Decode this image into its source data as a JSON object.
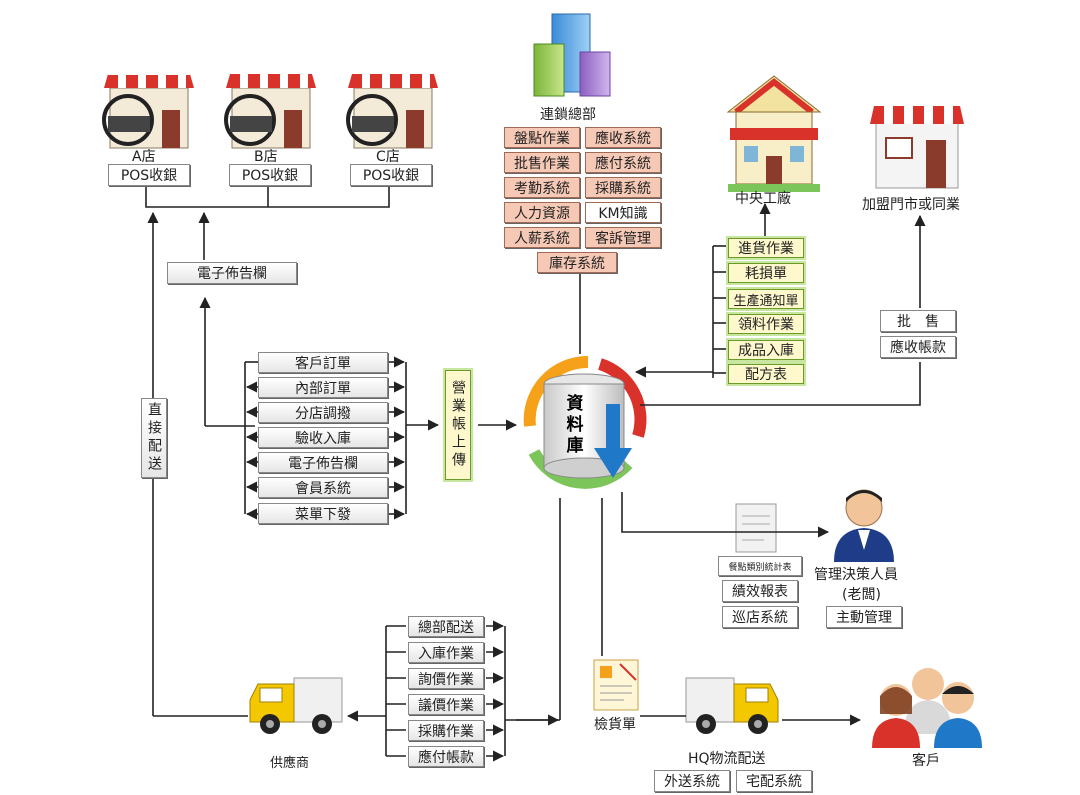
{
  "stores": {
    "a": {
      "name": "A店",
      "pos": "POS收銀"
    },
    "b": {
      "name": "B店",
      "pos": "POS收銀"
    },
    "c": {
      "name": "C店",
      "pos": "POS收銀"
    }
  },
  "hq": {
    "title": "連鎖總部",
    "items": [
      "盤點作業",
      "應收系統",
      "批售作業",
      "應付系統",
      "考勤系統",
      "採購系統",
      "人力資源",
      "KM知識",
      "人薪系統",
      "客訴管理",
      "庫存系統"
    ]
  },
  "factory": {
    "title": "中央工廠",
    "items": [
      "進貨作業",
      "耗損單",
      "生產通知單",
      "領料作業",
      "成品入庫",
      "配方表"
    ]
  },
  "franchise": {
    "title": "加盟門市或同業",
    "items": [
      "批　售",
      "應收帳款"
    ]
  },
  "bulletin": {
    "label": "電子佈告欄"
  },
  "direct": {
    "label": "直接配送"
  },
  "sales_upload": {
    "label": "營業帳上傳"
  },
  "store_ops": {
    "items": [
      "客戶訂單",
      "內部訂單",
      "分店調撥",
      "驗收入庫",
      "電子佈告欄",
      "會員系統",
      "菜單下發"
    ]
  },
  "database": {
    "label": "資料庫",
    "chars": [
      "資",
      "料",
      "庫"
    ]
  },
  "management": {
    "title": "管理決策人員",
    "subtitle": "(老闆)",
    "doc_label": "餐點類別統計表",
    "items": [
      "績效報表",
      "巡店系統"
    ],
    "active": "主動管理"
  },
  "supplier": {
    "label": "供應商",
    "items": [
      "總部配送",
      "入庫作業",
      "詢價作業",
      "議價作業",
      "採購作業",
      "應付帳款"
    ]
  },
  "inspection": {
    "label": "檢貨單"
  },
  "logistics": {
    "label": "HQ物流配送",
    "items": [
      "外送系統",
      "宅配系統"
    ]
  },
  "customer": {
    "label": "客戶"
  },
  "colors": {
    "awning_red": "#d9322b",
    "hq_box": "#f6c9b6",
    "upload_box": "#fff8cc",
    "truck_yellow": "#f4c800",
    "db_blue": "#1f78c8"
  }
}
